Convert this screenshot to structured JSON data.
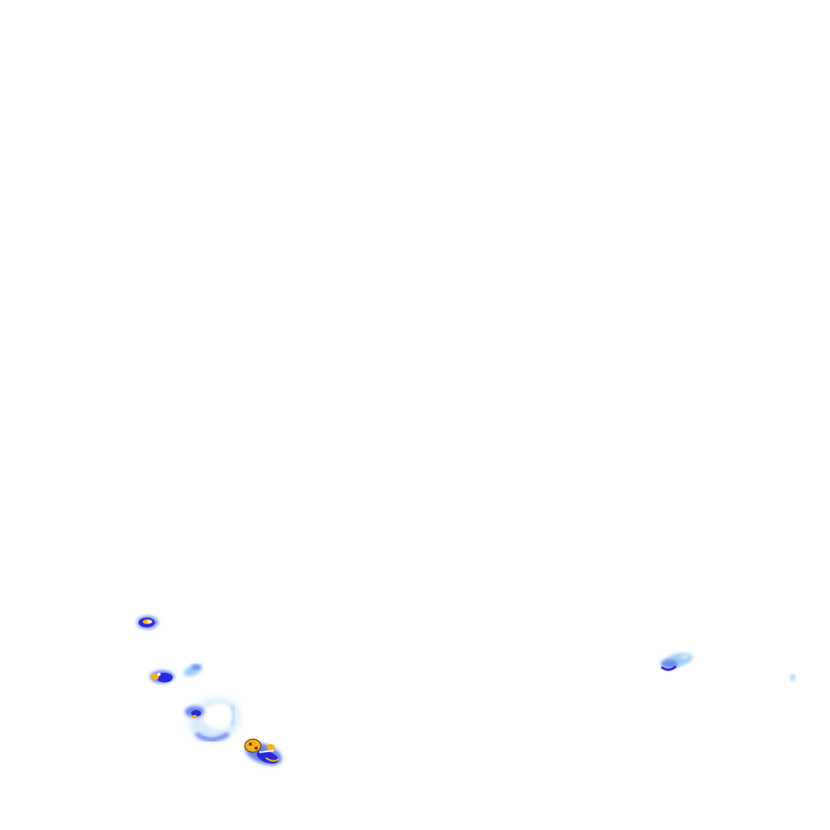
{
  "map": {
    "kind": "weather-radar-overlay",
    "background": "#ffffff",
    "palette": {
      "very_light": "#d8ecfb",
      "light": "#9ccdf5",
      "moderate": "#6a86f0",
      "heavy": "#2a2ad8",
      "intense": "#f4b21c",
      "intense_edge": "#7a3a00"
    },
    "echoes": [
      {
        "id": "cell-1",
        "intensity": "heavy-core"
      },
      {
        "id": "cell-2",
        "intensity": "heavy-core"
      },
      {
        "id": "cell-3",
        "intensity": "light"
      },
      {
        "id": "cell-4",
        "intensity": "light-wide"
      },
      {
        "id": "cell-5",
        "intensity": "intense-core"
      },
      {
        "id": "cell-6",
        "intensity": "moderate"
      },
      {
        "id": "cell-7",
        "intensity": "trace"
      }
    ]
  }
}
